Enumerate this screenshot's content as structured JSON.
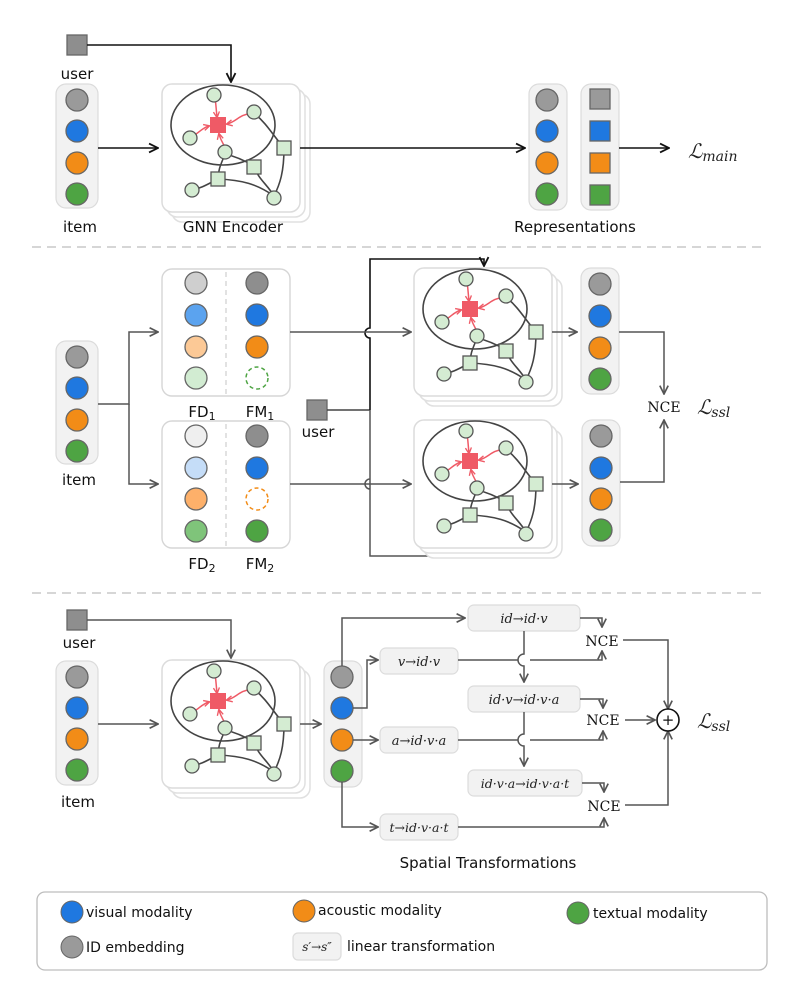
{
  "colors": {
    "id": "#9a9a9a",
    "visual": "#1f78e0",
    "acoustic": "#f28c17",
    "textual": "#4ea443",
    "id_light": "#cfcfcf",
    "visual_light": "#5ba3ef",
    "acoustic_light": "#fcc996",
    "textual_light": "#d2ecd2",
    "id_lighter": "#efefef",
    "visual_lighter": "#c5ddf8",
    "acoustic_mid": "#fdb06a",
    "textual_mid": "#7fc47a",
    "node": "#d4ecd2",
    "center": "#ef5a66",
    "edge_red": "#ef5a66",
    "panel": "#f2f2f2"
  },
  "section1": {
    "user_label": "user",
    "item_label": "item",
    "encoder_label": "GNN Encoder",
    "representations_label": "Representations",
    "loss_main": "ℒ",
    "loss_main_sub": "main"
  },
  "section2": {
    "item_label": "item",
    "user_label": "user",
    "fd1": "FD",
    "fd1_sub": "1",
    "fm1": "FM",
    "fm1_sub": "1",
    "fd2": "FD",
    "fd2_sub": "2",
    "fm2": "FM",
    "fm2_sub": "2",
    "nce": "NCE",
    "loss_ssl": "ℒ",
    "loss_ssl_sub": "ssl"
  },
  "section3": {
    "user_label": "user",
    "item_label": "item",
    "transforms": [
      "id→id·v",
      "v→id·v",
      "id·v→id·v·a",
      "a→id·v·a",
      "id·v·a→id·v·a·t",
      "t→id·v·a·t"
    ],
    "nce": [
      "NCE",
      "NCE",
      "NCE"
    ],
    "plus": "+",
    "loss_ssl": "ℒ",
    "loss_ssl_sub": "ssl",
    "caption": "Spatial Transformations"
  },
  "legend": {
    "visual": "visual modality",
    "acoustic": "acoustic modality",
    "textual": "textual modality",
    "id": "ID embedding",
    "lt_sample": "s′→s″",
    "lt": "linear transformation"
  }
}
